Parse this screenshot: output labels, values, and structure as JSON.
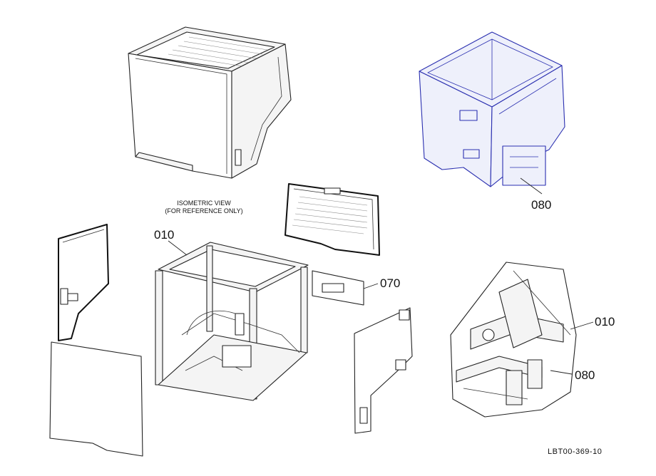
{
  "labels": {
    "isometric_title": "ISOMETRIC VIEW",
    "isometric_subtitle": "(FOR REFERENCE ONLY)",
    "ref_code": "LBT00-369-10"
  },
  "callouts": {
    "c080_top": "080",
    "c010_main": "010",
    "c070": "070",
    "c010_detail": "010",
    "c080_detail": "080"
  },
  "colors": {
    "line": "#222222",
    "highlight": "#2a2fb0"
  }
}
